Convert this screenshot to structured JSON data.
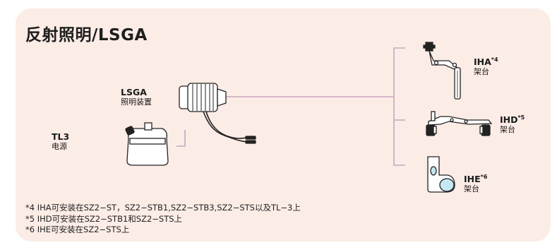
{
  "title": "反射照明/LSGA",
  "colors": {
    "panel": "#fcece6",
    "connector": "#c8a6c2"
  },
  "nodes": {
    "lsga": {
      "code": "LSGA",
      "name": "照明装置",
      "icon": "lsga-light-unit-icon"
    },
    "tl3": {
      "code": "TL3",
      "name": "电源",
      "icon": "power-supply-icon"
    },
    "iha": {
      "code": "IHA",
      "sup": "*4",
      "name": "架台",
      "icon": "iha-stand-icon"
    },
    "ihd": {
      "code": "IHD",
      "sup": "*5",
      "name": "架台",
      "icon": "ihd-stand-icon"
    },
    "ihe": {
      "code": "IHE",
      "sup": "*6",
      "name": "架台",
      "icon": "ihe-stand-icon"
    }
  },
  "notes": [
    "*4 IHA可安装在SZ2−ST，SZ2−STB1,SZ2−STB3,SZ2−STS以及TL−3上",
    "*5 IHD可安装在SZ2−STB1和SZ2−STS上",
    "*6 IHE可安装在SZ2−STS上"
  ]
}
